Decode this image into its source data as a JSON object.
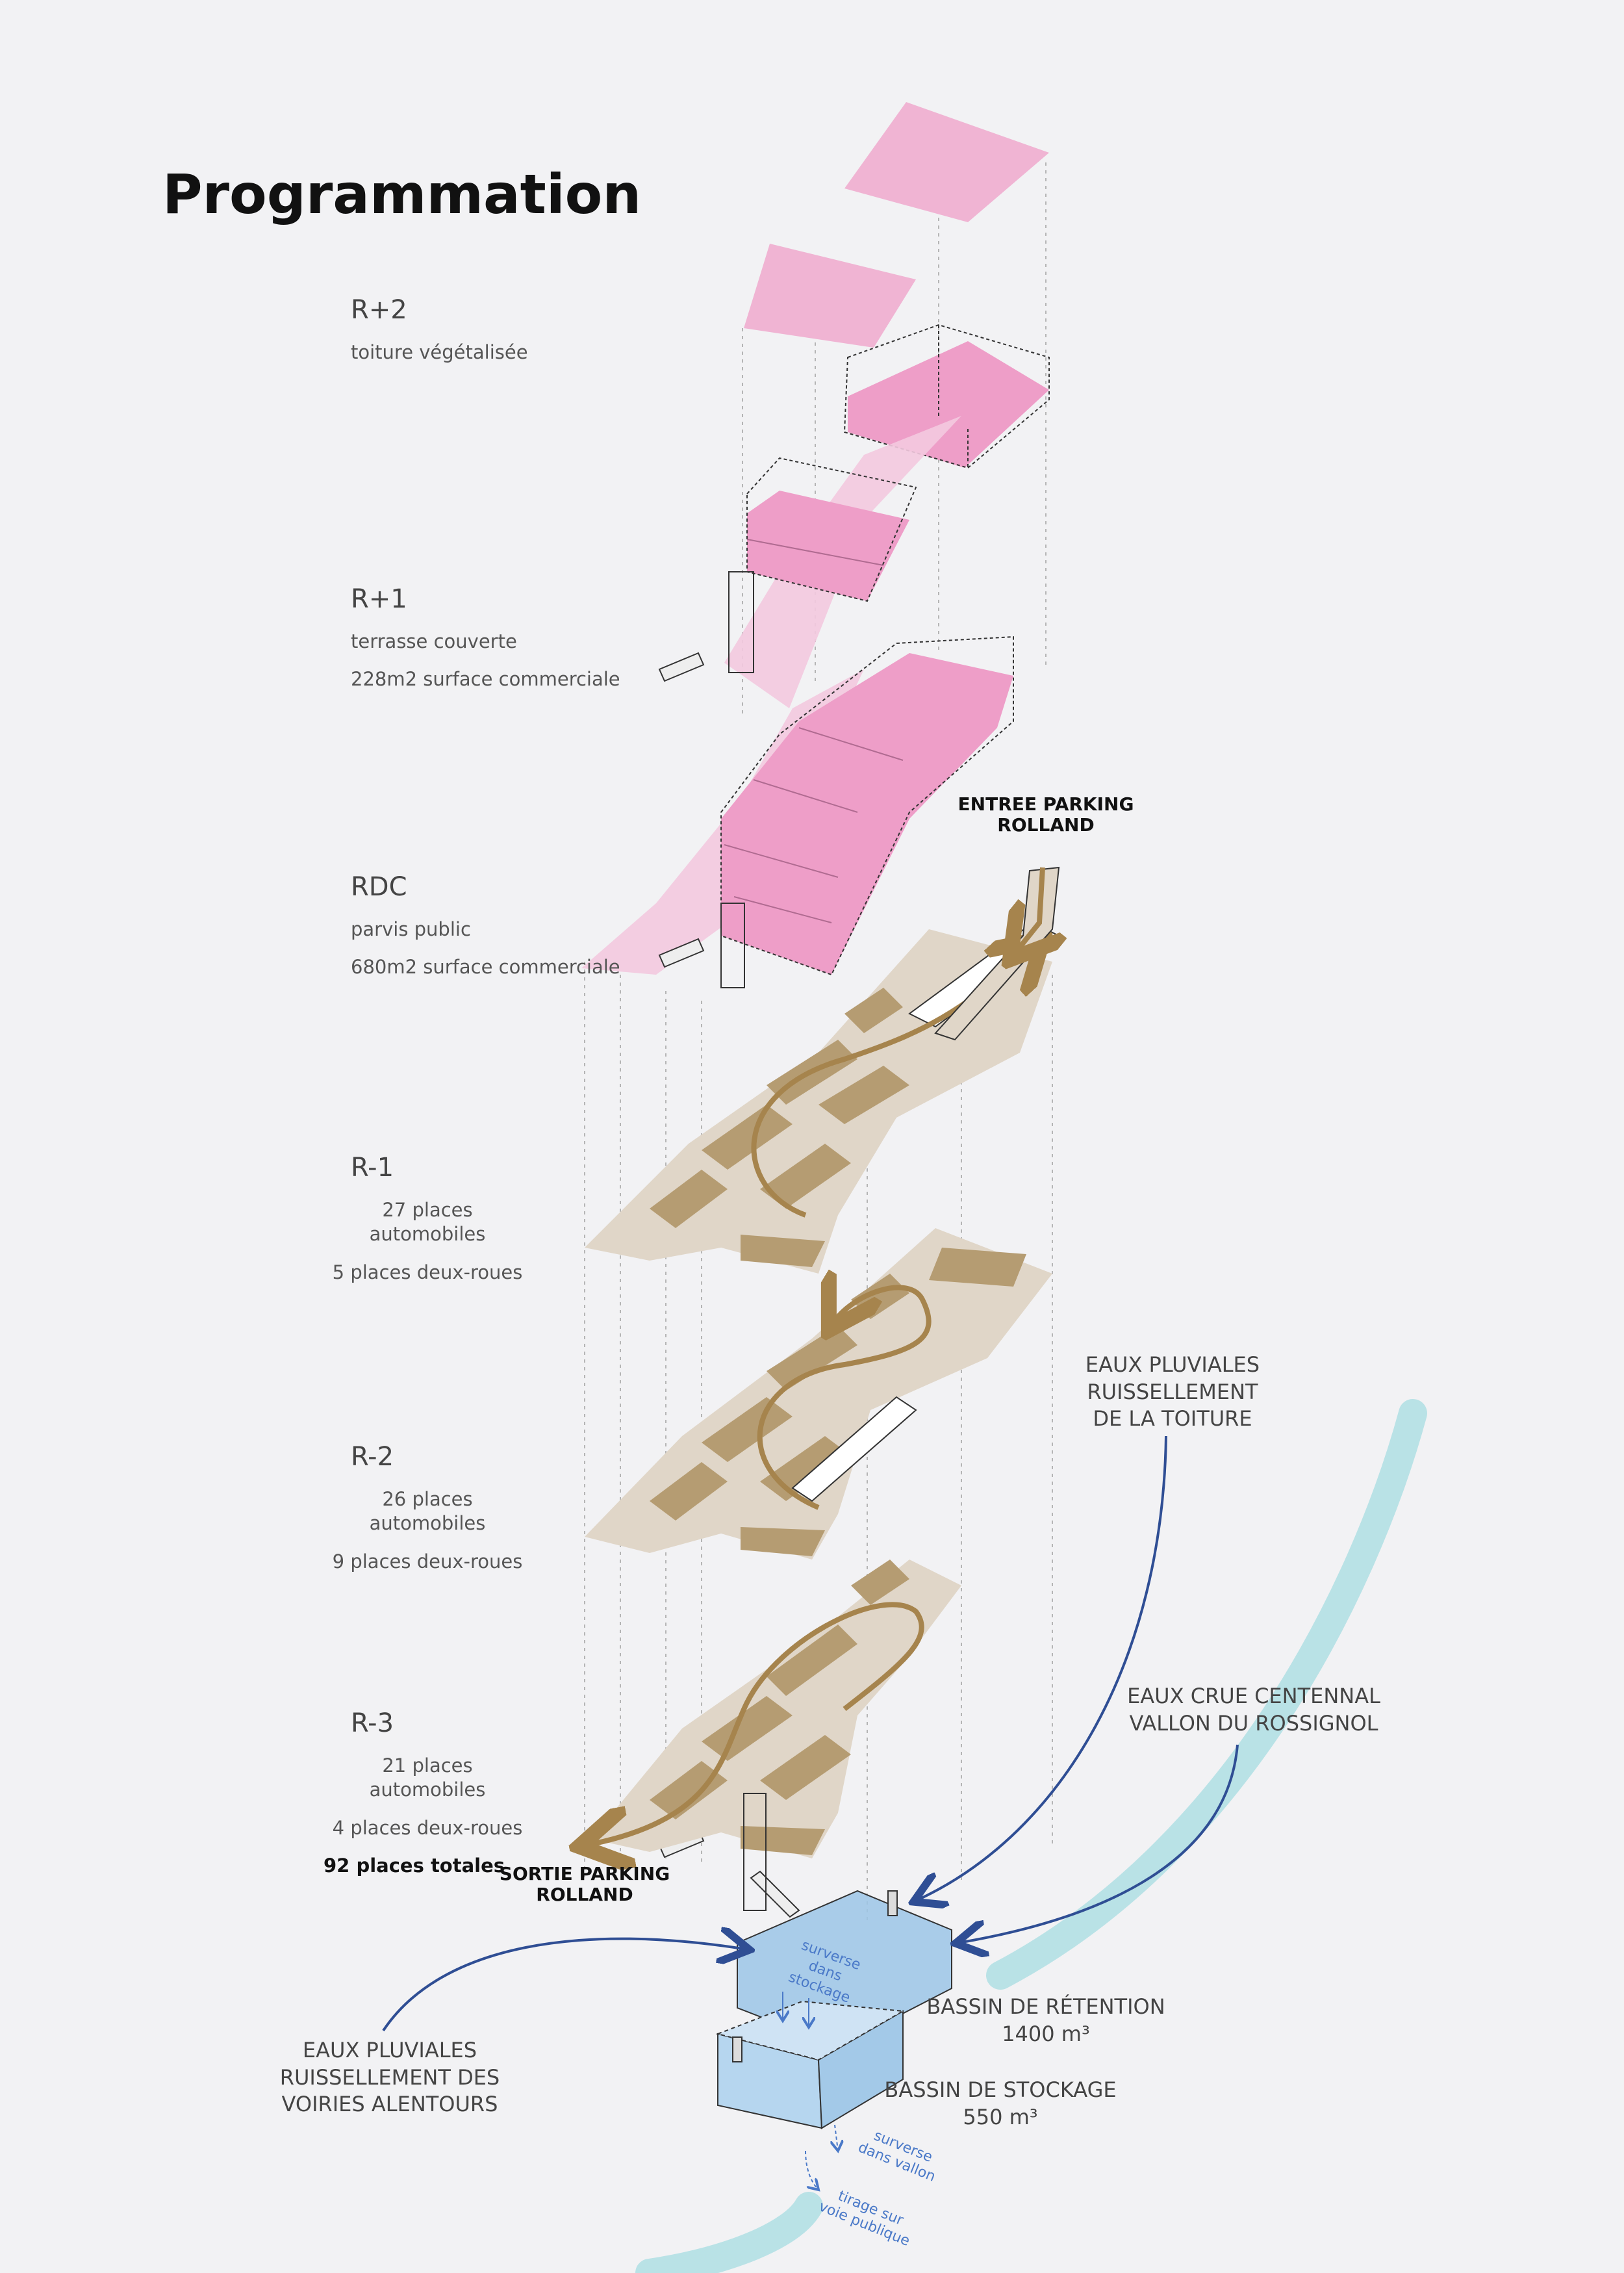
{
  "title": "Programmation",
  "levels": [
    {
      "name": "R+2",
      "lines": [
        "toiture végétalisée"
      ]
    },
    {
      "name": "R+1",
      "lines": [
        "terrasse couverte",
        "228m2 surface commerciale"
      ]
    },
    {
      "name": "RDC",
      "lines": [
        "parvis public",
        "680m2 surface commerciale"
      ]
    },
    {
      "name": "R-1",
      "lines": [
        "27 places automobiles",
        "5 places deux-roues"
      ]
    },
    {
      "name": "R-2",
      "lines": [
        "26 places automobiles",
        "9 places deux-roues"
      ]
    },
    {
      "name": "R-3",
      "lines": [
        "21 places automobiles",
        "4 places deux-roues"
      ],
      "total": "92 places totales"
    }
  ],
  "parking": {
    "entry": "ENTREE PARKING\nROLLAND",
    "exit": "SORTIE PARKING\nROLLAND"
  },
  "water": {
    "roof_runoff": "EAUX PLUVIALES\nRUISSELLEMENT\nDE LA TOITURE",
    "flood": "EAUX CRUE CENTENNAL\nVALLON DU ROSSIGNOL",
    "street_runoff": "EAUX PLUVIALES\nRUISSELLEMENT DES\nVOIRIES ALENTOURS",
    "retention_basin": "BASSIN DE RÉTENTION\n1400 m³",
    "storage_basin": "BASSIN DE STOCKAGE\n550 m³",
    "overflow_storage": "surverse\ndans\nstockage",
    "overflow_valley": "surverse\ndans vallon",
    "public_draw": "tirage sur\nvoie publique"
  },
  "colors": {
    "pink_fill": "#ee9ec8",
    "pink_light": "#f3c9df",
    "parking_floor": "#e0d6c8",
    "parking_bay": "#b59c72",
    "ramp_arrow": "#a6844d",
    "water_blue": "#9cc6e6",
    "stream": "#b9e2e6",
    "callout_arrow": "#2f4e94"
  }
}
